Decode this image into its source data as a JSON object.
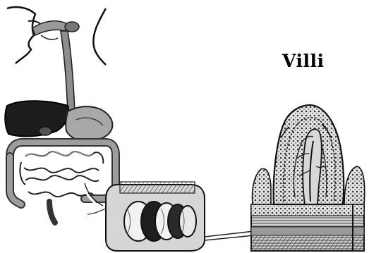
{
  "diagram": {
    "title": "Villi",
    "icons": {
      "digestive_system": "digestive-system-illustration",
      "intestine_section": "intestine-cross-section-illustration",
      "villus": "villus-illustration"
    }
  }
}
